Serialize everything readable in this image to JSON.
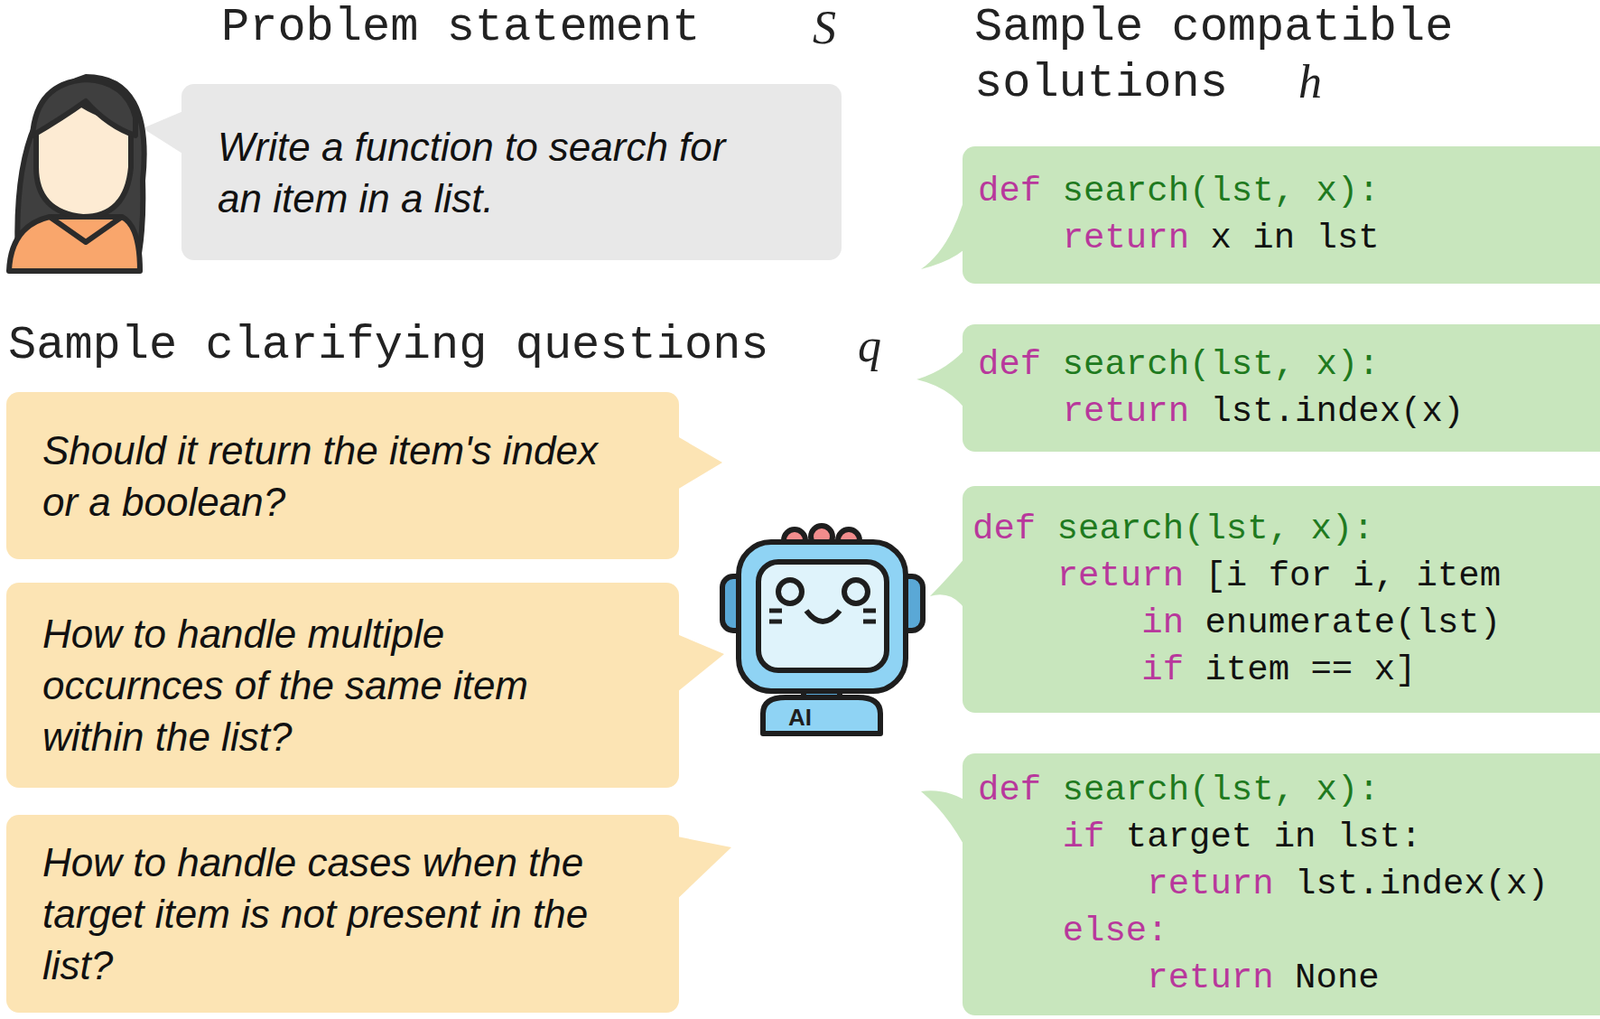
{
  "diagram": {
    "nodes": [
      {
        "text": [
          "Write a function to search for an item in a list."
        ]
      },
      {
        "text": [
          "Should it return the item's index or a boolean?"
        ]
      },
      {
        "text": [
          "How to handle multiple occurnces of the same item within the list?"
        ]
      },
      {
        "text": [
          "How to handle cases when the target item is not present in the list?"
        ]
      },
      {
        "text": [
          "def search(lst, x):",
          "    return x in lst"
        ]
      },
      {
        "text": [
          "def search(lst, x):",
          "    return lst.index(x)"
        ]
      },
      {
        "text": [
          "def search(lst, x):",
          "    return [i for i, item",
          "        in enumerate(lst)",
          "        if item == x]"
        ]
      },
      {
        "text": [
          "def search(lst, x):",
          "    if target in lst:",
          "        return lst.index(x)",
          "    else:",
          "        return None"
        ]
      }
    ],
    "labels": [
      "Problem statement",
      "S",
      "Sample compatible solutions",
      "h",
      "Sample clarifying questions",
      "q",
      "AI"
    ]
  }
}
